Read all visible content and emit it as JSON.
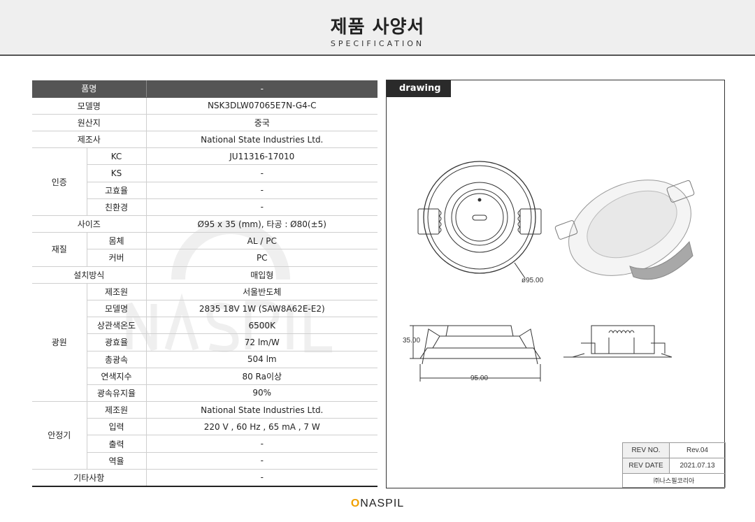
{
  "header": {
    "title": "제품 사양서",
    "subtitle": "SPECIFICATION"
  },
  "table": {
    "head": {
      "label": "품명",
      "value": "-"
    },
    "model": {
      "label": "모델명",
      "value": "NSK3DLW07065E7N-G4-C"
    },
    "origin": {
      "label": "원산지",
      "value": "중국"
    },
    "maker": {
      "label": "제조사",
      "value": "National State Industries Ltd."
    },
    "cert": {
      "label": "인증",
      "rows": [
        {
          "label": "KC",
          "value": "JU11316-17010"
        },
        {
          "label": "KS",
          "value": "-"
        },
        {
          "label": "고효율",
          "value": "-"
        },
        {
          "label": "친환경",
          "value": "-"
        }
      ]
    },
    "size": {
      "label": "사이즈",
      "value": "Ø95 x 35 (mm), 타공 : Ø80(±5)"
    },
    "material": {
      "label": "재질",
      "rows": [
        {
          "label": "몸체",
          "value": "AL / PC"
        },
        {
          "label": "커버",
          "value": "PC"
        }
      ]
    },
    "install": {
      "label": "설치방식",
      "value": "매입형"
    },
    "light": {
      "label": "광원",
      "rows": [
        {
          "label": "제조원",
          "value": "서울반도체"
        },
        {
          "label": "모델명",
          "value": "2835 18V 1W (SAW8A62E-E2)"
        },
        {
          "label": "상관색온도",
          "value": "6500K"
        },
        {
          "label": "광효율",
          "value": "72 lm/W"
        },
        {
          "label": "총광속",
          "value": "504 lm"
        },
        {
          "label": "연색지수",
          "value": "80 Ra이상"
        },
        {
          "label": "광속유지율",
          "value": "90%"
        }
      ]
    },
    "ballast": {
      "label": "안정기",
      "rows": [
        {
          "label": "제조원",
          "value": "National State Industries Ltd."
        },
        {
          "label": "입력",
          "value": "220 V , 60 Hz , 65 mA , 7 W"
        },
        {
          "label": "출력",
          "value": "-"
        },
        {
          "label": "역율",
          "value": "-"
        }
      ]
    },
    "etc": {
      "label": "기타사항",
      "value": "-"
    }
  },
  "drawing": {
    "tag": "drawing",
    "dim_diameter": "ø95.00",
    "dim_height": "35.00",
    "dim_width": "95.00"
  },
  "revision": {
    "rev_no_label": "REV NO.",
    "rev_no": "Rev.04",
    "rev_date_label": "REV DATE",
    "rev_date": "2021.07.13",
    "company": "㈜나스필코리아"
  },
  "footer": {
    "logo_o": "O",
    "logo_text": "NASPIL"
  }
}
